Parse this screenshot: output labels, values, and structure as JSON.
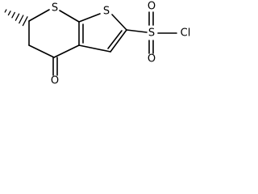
{
  "molecule": {
    "atoms": {
      "s_thiopyran": "S",
      "s_thiophene": "S",
      "s_sulfonyl": "S",
      "o_sulfonyl_top": "O",
      "o_sulfonyl_bottom": "O",
      "cl": "Cl",
      "o_ketone": "O"
    }
  }
}
